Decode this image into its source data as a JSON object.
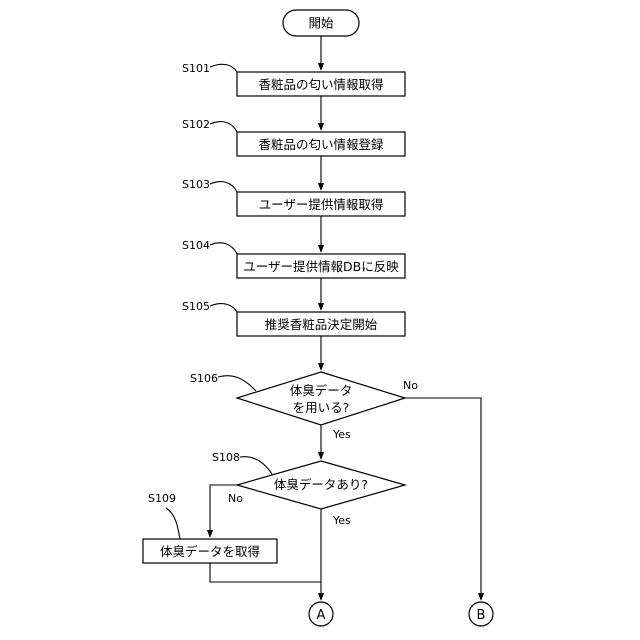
{
  "start": "開始",
  "steps": [
    {
      "id": "S101",
      "label": "香粧品の匂い情報取得"
    },
    {
      "id": "S102",
      "label": "香粧品の匂い情報登録"
    },
    {
      "id": "S103",
      "label": "ユーザー提供情報取得"
    },
    {
      "id": "S104",
      "label": "ユーザー提供情報DBに反映"
    },
    {
      "id": "S105",
      "label": "推奨香粧品決定開始"
    }
  ],
  "decision1": {
    "id": "S106",
    "line1": "体臭データ",
    "line2": "を用いる?",
    "yes": "Yes",
    "no": "No"
  },
  "decision2": {
    "id": "S108",
    "label": "体臭データあり?",
    "yes": "Yes",
    "no": "No"
  },
  "step109": {
    "id": "S109",
    "label": "体臭データを取得"
  },
  "connectors": {
    "a": "A",
    "b": "B"
  }
}
